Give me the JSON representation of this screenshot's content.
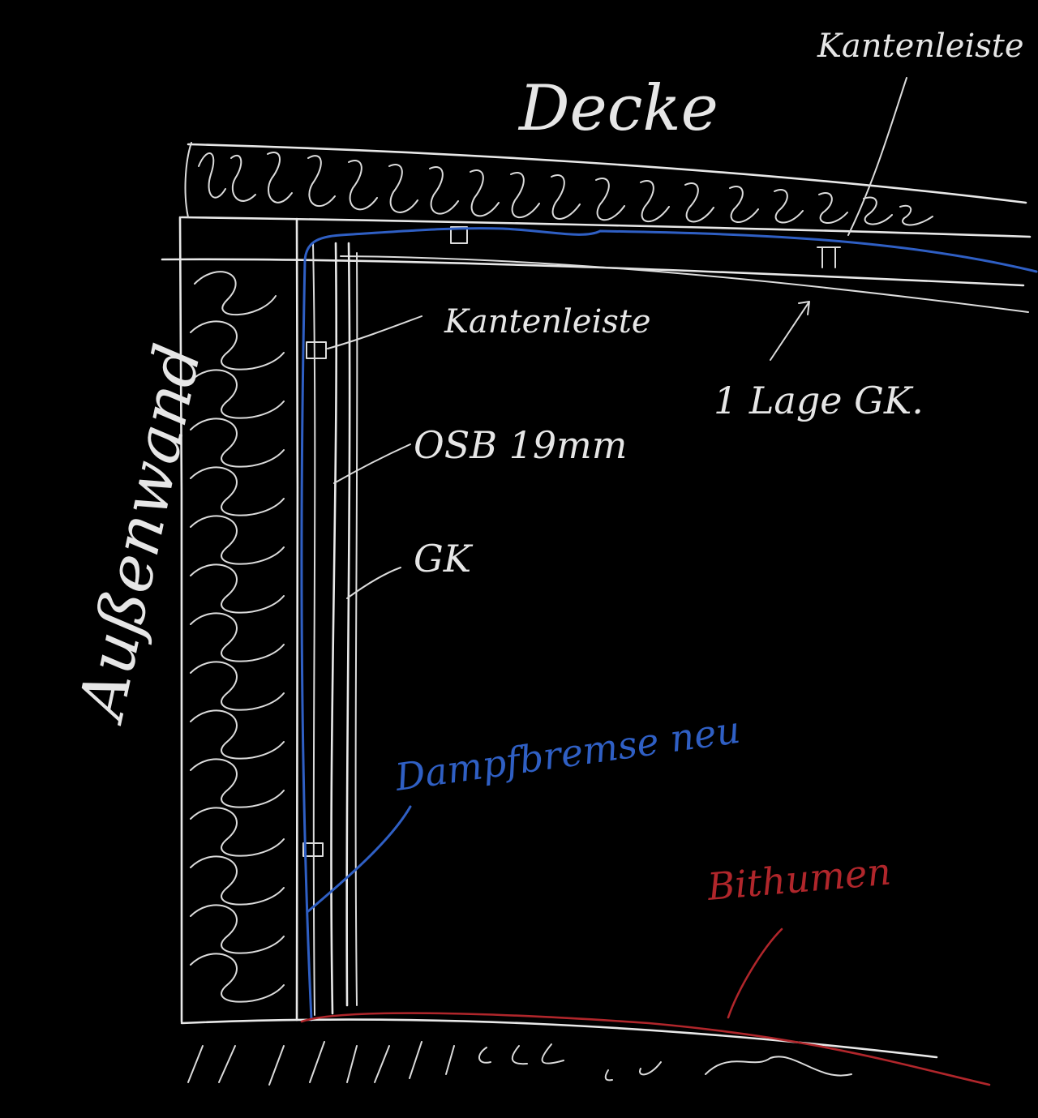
{
  "diagram": {
    "labels": {
      "ceiling": "Decke",
      "outer_wall": "Außenwand",
      "edge_strip_top": "Kantenleiste",
      "edge_strip_mid": "Kantenleiste",
      "drywall_layer": "1 Lage GK.",
      "osb": "OSB 19mm",
      "gk": "GK",
      "vapor_brake": "Dampfbremse neu",
      "bitumen": "Bithumen"
    },
    "colors": {
      "background": "#000000",
      "lines": "#e8e8e8",
      "vapor_brake": "#2f5fc4",
      "bitumen": "#b0262b"
    }
  }
}
